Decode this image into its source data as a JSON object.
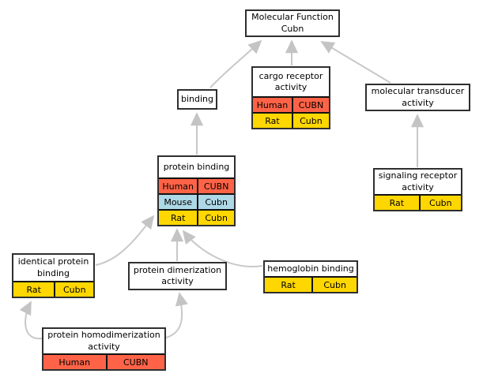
{
  "colors": {
    "human_fill": "#FF6347",
    "mouse_fill": "#ADD8E6",
    "rat_fill": "#FFD700",
    "edge_stroke": "#C8C8C8",
    "arrow_fill": "#C4C4C4",
    "node_border": "#2F2F2F",
    "inner_border": "#111111",
    "text": "#000000",
    "background": "#FFFFFF"
  },
  "nodes": {
    "molecular_function": {
      "label": "Molecular Function Cubn",
      "rows": []
    },
    "cargo_receptor": {
      "label": "cargo receptor activity",
      "rows": [
        {
          "species": "Human",
          "gene": "CUBN"
        },
        {
          "species": "Rat",
          "gene": "Cubn"
        }
      ]
    },
    "molecular_transducer": {
      "label": "molecular transducer activity",
      "rows": []
    },
    "binding": {
      "label": "binding",
      "rows": []
    },
    "protein_binding": {
      "label": "protein binding",
      "rows": [
        {
          "species": "Human",
          "gene": "CUBN"
        },
        {
          "species": "Mouse",
          "gene": "Cubn"
        },
        {
          "species": "Rat",
          "gene": "Cubn"
        }
      ]
    },
    "signaling_receptor": {
      "label": "signaling receptor activity",
      "rows": [
        {
          "species": "Rat",
          "gene": "Cubn"
        }
      ]
    },
    "identical_protein_binding": {
      "label": "identical protein binding",
      "rows": [
        {
          "species": "Rat",
          "gene": "Cubn"
        }
      ]
    },
    "protein_dimerization": {
      "label": "protein dimerization activity",
      "rows": []
    },
    "hemoglobin_binding": {
      "label": "hemoglobin binding",
      "rows": [
        {
          "species": "Rat",
          "gene": "Cubn"
        }
      ]
    },
    "protein_homodimerization": {
      "label": "protein homodimerization activity",
      "rows": [
        {
          "species": "Human",
          "gene": "CUBN"
        }
      ]
    }
  },
  "edges": [
    {
      "from": "binding",
      "to": "molecular_function"
    },
    {
      "from": "cargo_receptor",
      "to": "molecular_function"
    },
    {
      "from": "molecular_transducer",
      "to": "molecular_function"
    },
    {
      "from": "protein_binding",
      "to": "binding"
    },
    {
      "from": "signaling_receptor",
      "to": "molecular_transducer"
    },
    {
      "from": "identical_protein_binding",
      "to": "protein_binding"
    },
    {
      "from": "protein_dimerization",
      "to": "protein_binding"
    },
    {
      "from": "hemoglobin_binding",
      "to": "protein_binding"
    },
    {
      "from": "protein_homodimerization",
      "to": "identical_protein_binding"
    },
    {
      "from": "protein_homodimerization",
      "to": "protein_dimerization"
    }
  ]
}
